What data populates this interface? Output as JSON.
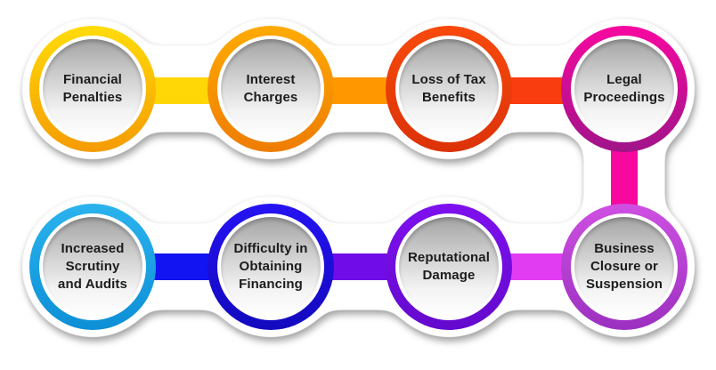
{
  "diagram": {
    "type": "serpentine-bubble-chain",
    "background_color": "#ffffff",
    "bubble_inner_gradient": [
      "#a4a4a4",
      "#ffffff"
    ],
    "label_color": "#1c1c1c",
    "nodes": [
      {
        "id": "financial-penalties",
        "label": "Financial\nPenalties",
        "ring_top": "#FFDC0A",
        "ring_bottom": "#F59B01",
        "row": 0,
        "col": 0
      },
      {
        "id": "interest-charges",
        "label": "Interest\nCharges",
        "ring_top": "#FFAA02",
        "ring_bottom": "#EE7D02",
        "row": 0,
        "col": 1
      },
      {
        "id": "loss-of-tax-benefits",
        "label": "Loss of Tax\nBenefits",
        "ring_top": "#F84A0C",
        "ring_bottom": "#DC3208",
        "row": 0,
        "col": 2
      },
      {
        "id": "legal-proceedings",
        "label": "Legal\nProceedings",
        "ring_top": "#F708A0",
        "ring_bottom": "#A01489",
        "row": 0,
        "col": 3
      },
      {
        "id": "increased-scrutiny-and-audits",
        "label": "Increased\nScrutiny\nand Audits",
        "ring_top": "#2BB3EE",
        "ring_bottom": "#0D8FD6",
        "row": 1,
        "col": 0
      },
      {
        "id": "difficulty-in-obtaining-financing",
        "label": "Difficulty in\nObtaining\nFinancing",
        "ring_top": "#2513F2",
        "ring_bottom": "#1309BE",
        "row": 1,
        "col": 1
      },
      {
        "id": "reputational-damage",
        "label": "Reputational\nDamage",
        "ring_top": "#7E11EE",
        "ring_bottom": "#6409CE",
        "row": 1,
        "col": 2
      },
      {
        "id": "business-closure-or-suspension",
        "label": "Business\nClosure or\nSuspension",
        "ring_top": "#CE50E2",
        "ring_bottom": "#9C30C0",
        "row": 1,
        "col": 3
      }
    ],
    "connectors": [
      {
        "from": "financial-penalties",
        "to": "interest-charges",
        "color": "#FFD606",
        "orientation": "horizontal"
      },
      {
        "from": "interest-charges",
        "to": "loss-of-tax-benefits",
        "color": "#FF9800",
        "orientation": "horizontal"
      },
      {
        "from": "loss-of-tax-benefits",
        "to": "legal-proceedings",
        "color": "#F93D0E",
        "orientation": "horizontal"
      },
      {
        "from": "legal-proceedings",
        "to": "business-closure-or-suspension",
        "color": "#F7089F",
        "orientation": "vertical"
      },
      {
        "from": "increased-scrutiny-and-audits",
        "to": "difficulty-in-obtaining-financing",
        "color": "#1215F2",
        "orientation": "horizontal"
      },
      {
        "from": "difficulty-in-obtaining-financing",
        "to": "reputational-damage",
        "color": "#6F0CE8",
        "orientation": "horizontal"
      },
      {
        "from": "reputational-damage",
        "to": "business-closure-or-suspension",
        "color": "#E23CF2",
        "orientation": "horizontal"
      }
    ]
  }
}
